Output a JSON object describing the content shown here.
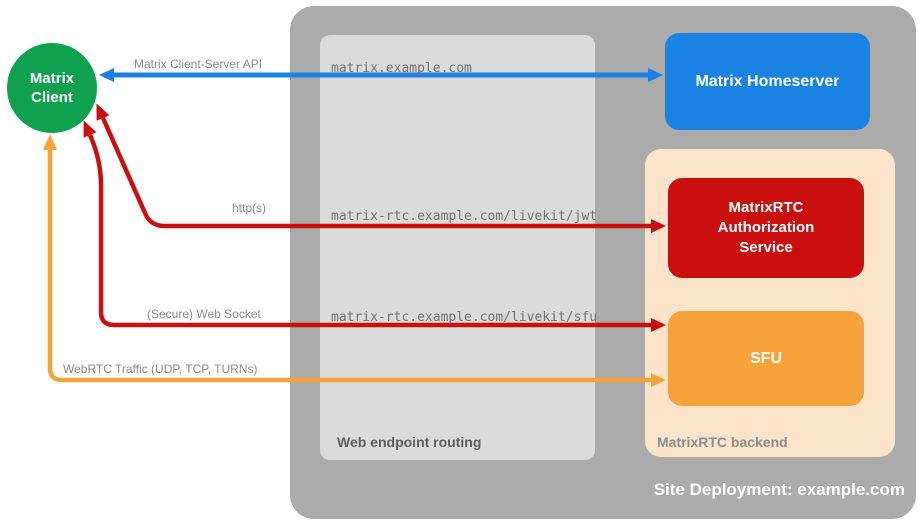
{
  "client": {
    "label": "Matrix\nClient"
  },
  "homeserver": {
    "label": "Matrix Homeserver"
  },
  "auth_service": {
    "label": "MatrixRTC Authorization Service"
  },
  "sfu": {
    "label": "SFU"
  },
  "routing": {
    "label": "Web endpoint routing",
    "endpoints": [
      "matrix.example.com",
      "matrix-rtc.example.com/livekit/jwt",
      "matrix-rtc.example.com/livekit/sfu"
    ]
  },
  "backend": {
    "label": "MatrixRTC backend"
  },
  "deployment": {
    "label": "Site Deployment: example.com"
  },
  "arrows": {
    "client_server_api": {
      "label": "Matrix Client-Server API"
    },
    "https": {
      "label": "http(s)"
    },
    "websocket": {
      "label": "(Secure) Web Socket"
    },
    "webrtc": {
      "label": "WebRTC Traffic (UDP, TCP, TURNs)"
    }
  },
  "colors": {
    "client_green": "#0FA14E",
    "homeserver_blue": "#1A82E2",
    "auth_red": "#C9100E",
    "sfu_orange": "#F6A33C",
    "backend_peach": "#FBE4C9",
    "deployment_gray": "#ABABAB",
    "routing_gray": "#DBDBDB",
    "blue": "#1A82E2",
    "red": "#C9100E",
    "orange": "#F6A33C"
  }
}
